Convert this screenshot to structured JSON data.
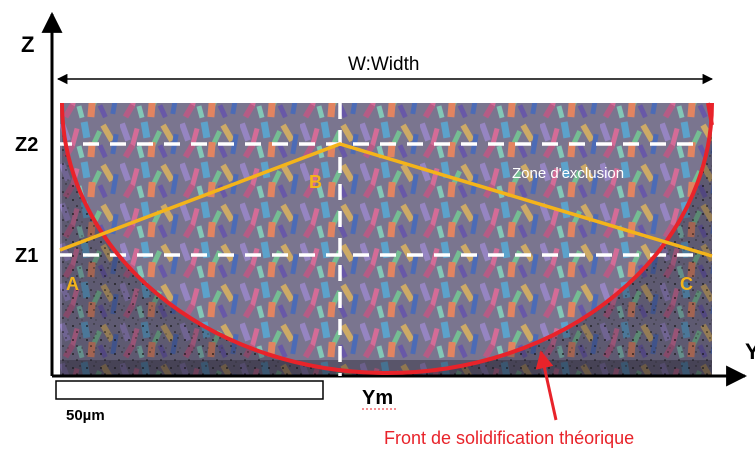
{
  "labels": {
    "axis_z": "Z",
    "axis_y": "Y",
    "z2": "Z2",
    "z1": "Z1",
    "width": "W:Width",
    "ym": "Ym",
    "scale": "50µm",
    "point_a": "A",
    "point_b": "B",
    "point_c": "C",
    "exclusion_zone": "Zone d'exclusion",
    "solidification_front": "Front de solidification théorique"
  },
  "colors": {
    "front_curve": "#e8232a",
    "triangle_line": "#f4b41a",
    "dashed_guides": "#ffffff",
    "point_labels": "#f4b41a",
    "caption_text": "#e8232a"
  }
}
